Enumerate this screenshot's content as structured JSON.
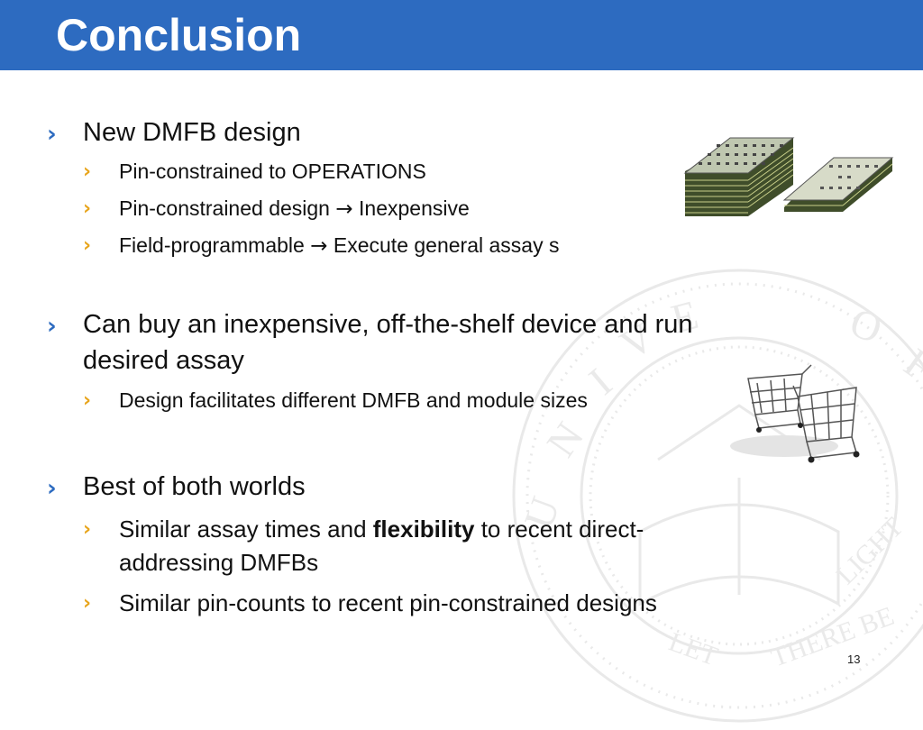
{
  "slide": {
    "title": "Conclusion",
    "page_number": "13",
    "colors": {
      "header": "#2d6bc0",
      "level1_marker": "#2d6bc0",
      "level2_marker": "#e8a51c"
    },
    "markers": {
      "level1": "›",
      "level2": "›"
    },
    "bullets": [
      {
        "text": "New DMFB design",
        "children": [
          {
            "text": "Pin-constrained to OPERATIONS"
          },
          {
            "pre": "Pin-constrained design",
            "arrow": "→",
            "post": "Inexpensive"
          },
          {
            "pre": "Field-programmable",
            "arrow": "→",
            "post": "Execute general assay s"
          }
        ]
      },
      {
        "line1": "Can buy an inexpensive, off-the-shelf device and run",
        "line2": "desired assay",
        "children": [
          {
            "text": "Design facilitates different DMFB and module sizes"
          }
        ]
      },
      {
        "text": "Best of both worlds",
        "children": [
          {
            "pre": "Similar assay times and ",
            "bold": "flexibility",
            "post": " to recent direct-",
            "line2": "addressing DMFBs"
          },
          {
            "text": "Similar pin-counts to recent pin-constrained designs"
          }
        ]
      }
    ],
    "images": {
      "chips": "dmfb-chip-stacks-image",
      "carts": "shopping-carts-image",
      "seal": "university-seal-watermark",
      "seal_text": "UNIVERSITY OF CALIFORNIA LET THERE BE LIGHT"
    }
  }
}
